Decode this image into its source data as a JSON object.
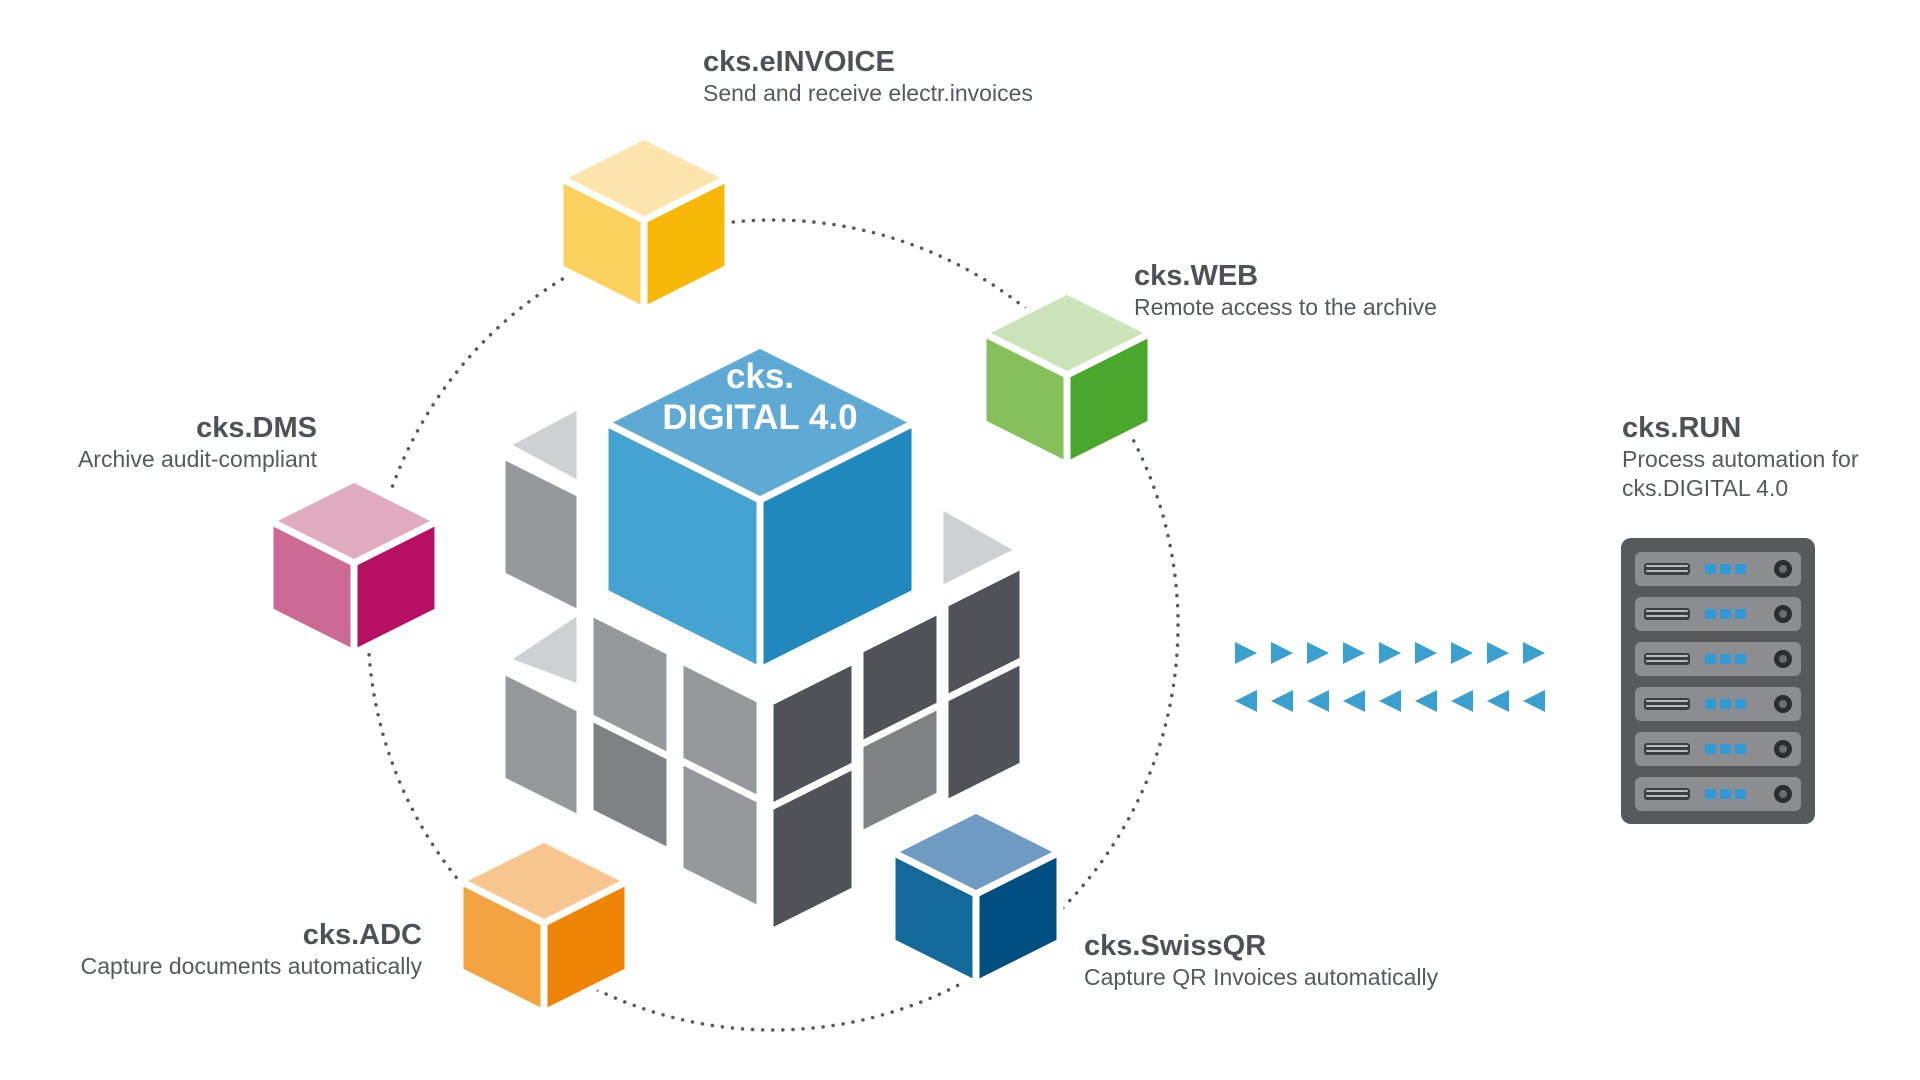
{
  "center": {
    "line1": "cks.",
    "line2": "DIGITAL 4.0"
  },
  "modules": {
    "einvoice": {
      "title": "cks.eINVOICE",
      "desc": "Send and receive electr.invoices",
      "top": "#fde4ac",
      "left": "#fbd15e",
      "right": "#f7b807"
    },
    "web": {
      "title": "cks.WEB",
      "desc": "Remote access to the archive",
      "top": "#cce2b8",
      "left": "#86c05a",
      "right": "#4aa72b"
    },
    "dms": {
      "title": "cks.DMS",
      "desc": "Archive audit-compliant",
      "top": "#e0aabf",
      "left": "#cd6a93",
      "right": "#b70f63"
    },
    "adc": {
      "title": "cks.ADC",
      "desc": "Capture documents automatically",
      "top": "#f8c78f",
      "left": "#f3a33f",
      "right": "#ee8406"
    },
    "swissqr": {
      "title": "cks.SwissQR",
      "desc": "Capture QR Invoices automatically",
      "top": "#6f9bc2",
      "left": "#12699a",
      "right": "#004f80"
    }
  },
  "run": {
    "title": "cks.RUN",
    "desc_line1": "Process automation for",
    "desc_line2": "cks.DIGITAL 4.0"
  },
  "colors": {
    "blue_top": "#5eaad4",
    "blue_left": "#44a3d0",
    "blue_right": "#2188be",
    "grey_light": "#cfd0d2",
    "grey_mid": "#96999b",
    "grey_dark": "#4f5256",
    "arrow": "#3aa0d0",
    "server_body": "#58595b",
    "server_slot": "#8b8d90"
  },
  "icons": {
    "arrows_right": "triangle-right-icon",
    "arrows_left": "triangle-left-icon",
    "server": "server-rack-icon"
  }
}
